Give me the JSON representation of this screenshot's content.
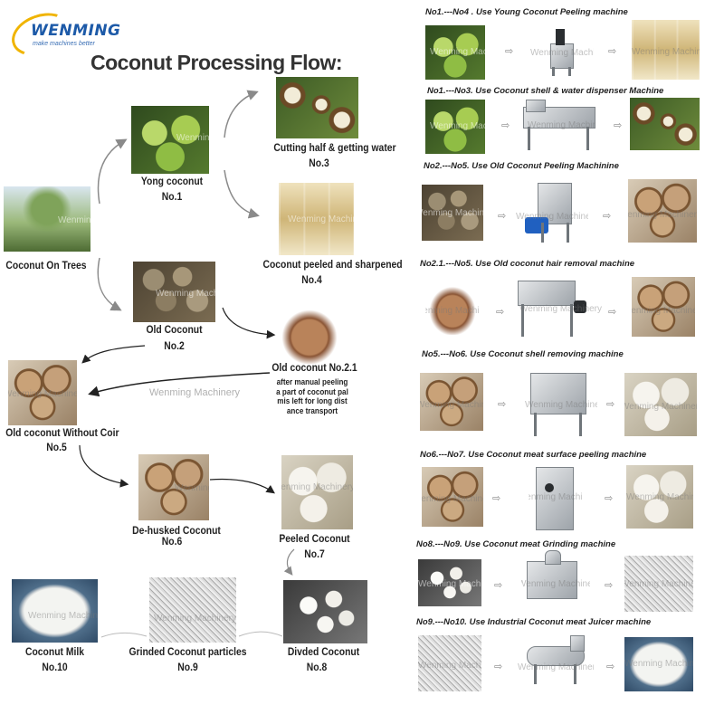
{
  "logo": {
    "brand": "WENMING",
    "tagline": "make machines better"
  },
  "title": "Coconut Processing Flow:",
  "watermark": "Wenming Machinery",
  "flow": {
    "trees": {
      "label": "Coconut On Trees"
    },
    "no1": {
      "label": "Yong coconut",
      "num": "No.1"
    },
    "no2": {
      "label": "Old Coconut",
      "num": "No.2"
    },
    "no3": {
      "label": "Cutting half & getting water",
      "num": "No.3"
    },
    "no4": {
      "label": "Coconut peeled and sharpened",
      "num": "No.4"
    },
    "no21": {
      "label": "Old coconut  No.2.1",
      "note": "after manual peeling a part of coconut pal mis left for long dist ance transport"
    },
    "no5": {
      "label": "Old coconut  Without Coir",
      "num": "No.5"
    },
    "no6": {
      "label": "De-husked Coconut",
      "num": "No.6"
    },
    "no7": {
      "label": "Peeled Coconut",
      "num": "No.7"
    },
    "no8": {
      "label": "Divded Coconut",
      "num": "No.8"
    },
    "no9": {
      "label": "Grinded Coconut particles",
      "num": "No.9"
    },
    "no10": {
      "label": "Coconut Milk",
      "num": "No.10"
    }
  },
  "machines": [
    {
      "title": "No1.---No4 .  Use Young Coconut  Peeling machine"
    },
    {
      "title": "No1.---No3. Use  Coconut shell & water dispenser Machine"
    },
    {
      "title": "No2.---No5.  Use Old Coconut  Peeling Machinine"
    },
    {
      "title": "No2.1.---No5.  Use Old coconut hair removal machine"
    },
    {
      "title": "No5.---No6.  Use  Coconut shell  removing machine"
    },
    {
      "title": "No6.---No7.  Use  Coconut  meat surface peeling machine"
    },
    {
      "title": "No8.---No9.  Use  Coconut  meat Grinding machine"
    },
    {
      "title": "No9.---No10.  Use  Industrial Coconut  meat Juicer machine"
    }
  ],
  "colors": {
    "brand_blue": "#1d5aa8",
    "logo_gold": "#f0b400",
    "arrow_gray": "#8a8a8a"
  }
}
